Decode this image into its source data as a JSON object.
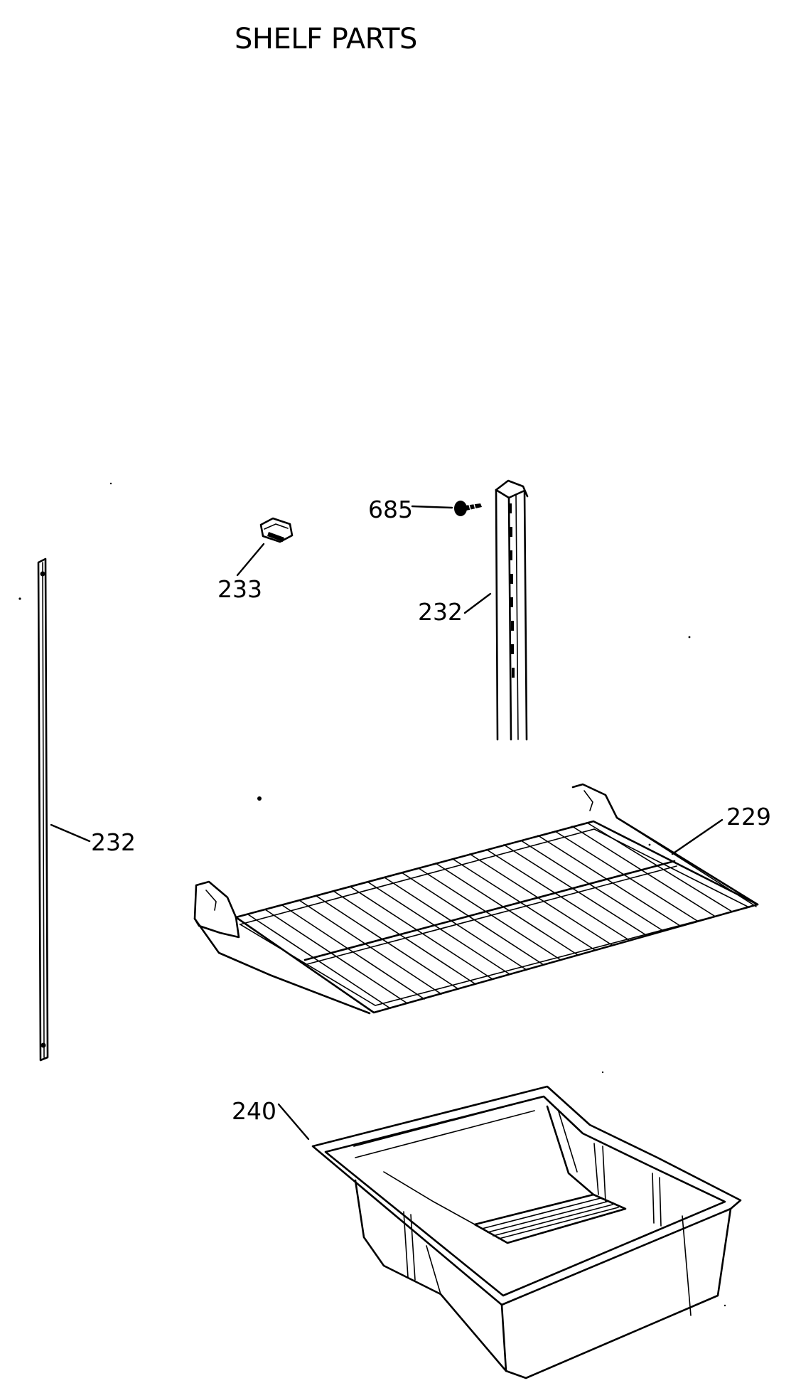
{
  "title": "SHELF PARTS",
  "callouts": [
    {
      "id": "c-685",
      "label": "685"
    },
    {
      "id": "c-233",
      "label": "233"
    },
    {
      "id": "c-232-upright",
      "label": "232"
    },
    {
      "id": "c-232-strip",
      "label": "232"
    },
    {
      "id": "c-229",
      "label": "229"
    },
    {
      "id": "c-240",
      "label": "240"
    }
  ],
  "parts": [
    {
      "number": "685",
      "name": "screw"
    },
    {
      "number": "233",
      "name": "clip"
    },
    {
      "number": "232",
      "name": "shelf support"
    },
    {
      "number": "229",
      "name": "wire shelf"
    },
    {
      "number": "240",
      "name": "crisper pan"
    }
  ],
  "colors": {
    "ink": "#000000",
    "paper": "#ffffff"
  }
}
